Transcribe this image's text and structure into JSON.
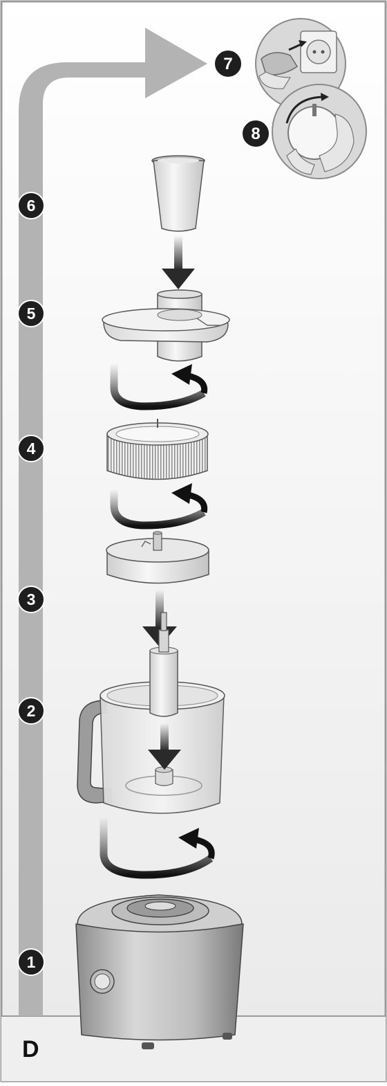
{
  "panel_label": "D",
  "steps": [
    {
      "number": "1",
      "part": "motor-base"
    },
    {
      "number": "2",
      "part": "bowl-with-spindle"
    },
    {
      "number": "3",
      "part": "disc-holder"
    },
    {
      "number": "4",
      "part": "grater-drum"
    },
    {
      "number": "5",
      "part": "lid-with-feed-tube"
    },
    {
      "number": "6",
      "part": "pusher"
    },
    {
      "number": "7",
      "part": "plug-into-socket"
    },
    {
      "number": "8",
      "part": "turn-dial-on"
    }
  ],
  "colors": {
    "frame": "#9a9a9a",
    "background_top": "#ffffff",
    "background_bottom": "#ececec",
    "flow_arrow": "#b3b3b3",
    "badge": "#1e1e1e",
    "badge_text": "#ffffff",
    "arrow_dark": "#2a2a2a",
    "curved_arrow": "#1a1a1a"
  },
  "icons": [
    "flow-arrow",
    "down-arrow",
    "rotate-arrow",
    "plug-icon",
    "hand-icon"
  ]
}
